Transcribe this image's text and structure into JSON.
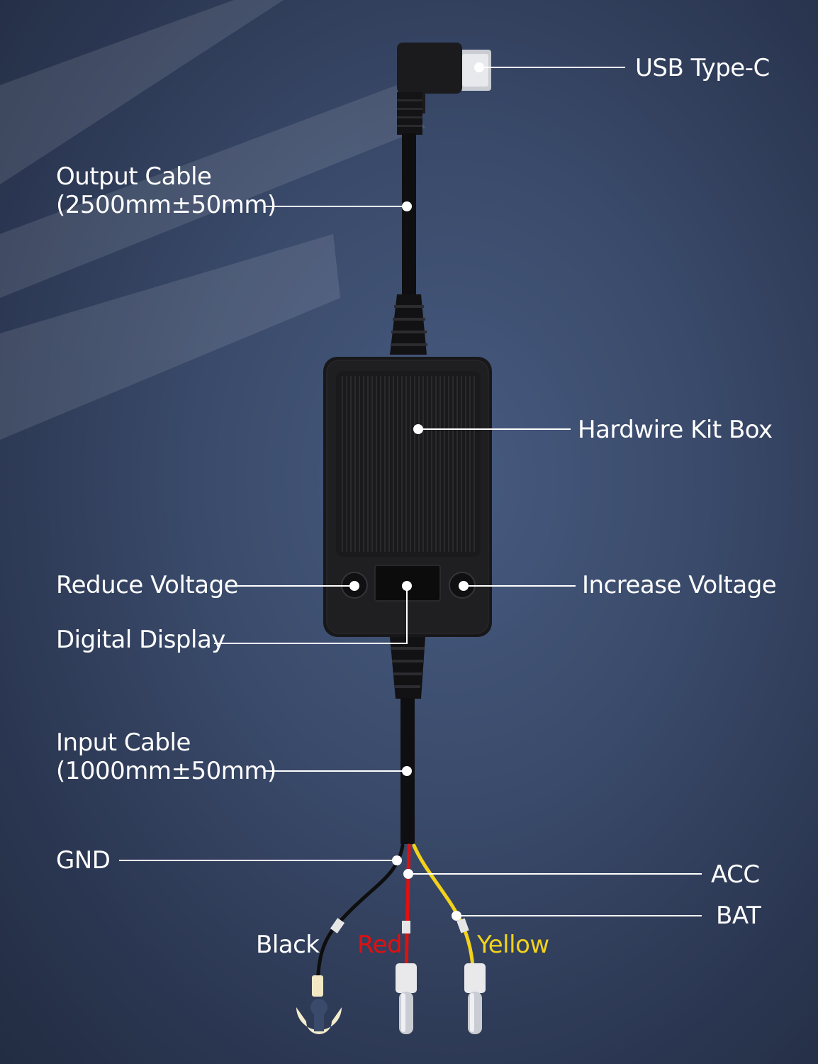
{
  "labels": {
    "usb_type_c": "USB Type-C",
    "output_cable_line1": "Output Cable",
    "output_cable_line2": "(2500mm±50mm)",
    "hardwire_kit_box": "Hardwire Kit Box",
    "reduce_voltage": "Reduce Voltage",
    "increase_voltage": "Increase Voltage",
    "digital_display": "Digital Display",
    "input_cable_line1": "Input Cable",
    "input_cable_line2": "(1000mm±50mm)",
    "gnd": "GND",
    "acc": "ACC",
    "bat": "BAT"
  },
  "wires": {
    "black": "Black",
    "red": "Red",
    "yellow": "Yellow"
  },
  "colors": {
    "background": "#3a4a6a",
    "label_text": "#ffffff",
    "red_wire": "#e01010",
    "yellow_wire": "#f2d21a",
    "black_wire": "#111111",
    "terminal_fork": "#f3eccc"
  }
}
